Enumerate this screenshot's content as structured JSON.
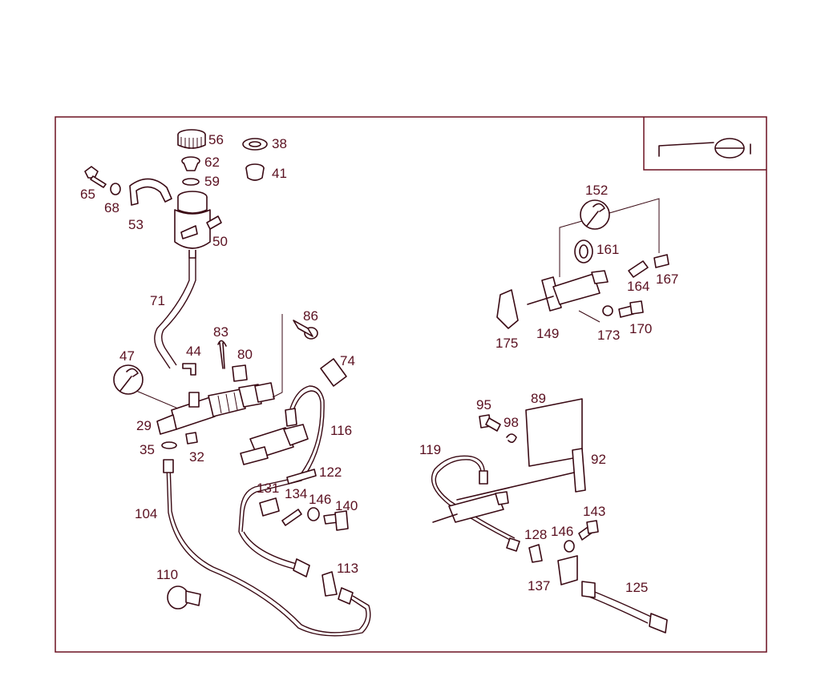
{
  "diagram": {
    "border_color": "#6b1020",
    "line_color": "#3a0a14",
    "label_color": "#5a1020",
    "callouts": [
      "56",
      "38",
      "62",
      "41",
      "59",
      "65",
      "68",
      "53",
      "50",
      "71",
      "86",
      "83",
      "44",
      "80",
      "47",
      "74",
      "29",
      "116",
      "35",
      "32",
      "122",
      "131",
      "134",
      "146",
      "140",
      "104",
      "110",
      "113",
      "152",
      "161",
      "164",
      "167",
      "175",
      "149",
      "173",
      "170",
      "95",
      "98",
      "89",
      "119",
      "92",
      "143",
      "128",
      "146",
      "137",
      "125"
    ]
  }
}
